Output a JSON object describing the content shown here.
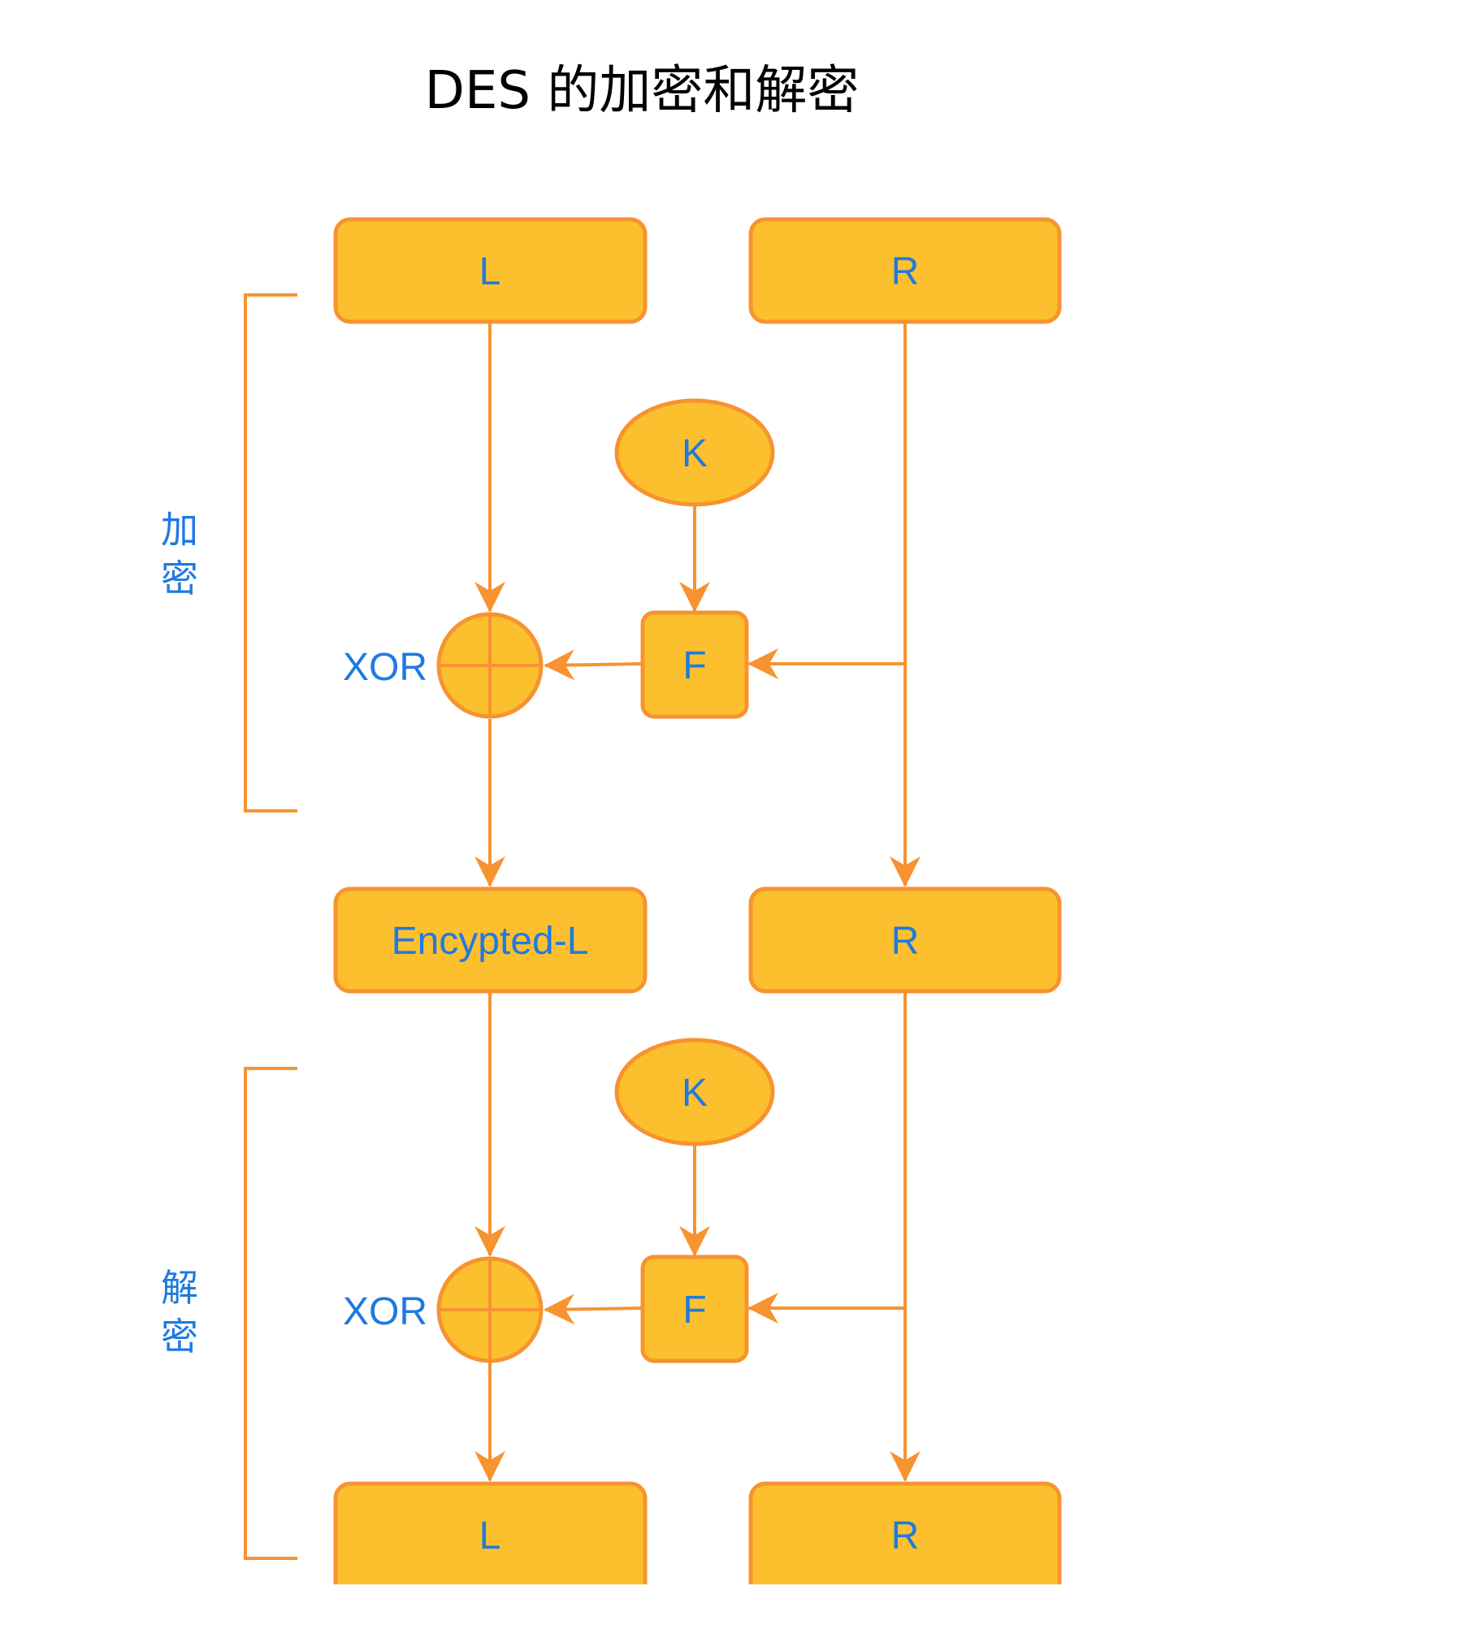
{
  "title": "DES 的加密和解密",
  "colors": {
    "node_fill": "#fcc02e",
    "node_stroke": "#f79330",
    "edge": "#f79330",
    "label_text": "#1f7ae0",
    "title_text": "#000000"
  },
  "sections": {
    "encrypt": {
      "label_chars": [
        "加",
        "密"
      ]
    },
    "decrypt": {
      "label_chars": [
        "解",
        "密"
      ]
    }
  },
  "nodes": {
    "top_l": {
      "label": "L"
    },
    "top_r": {
      "label": "R"
    },
    "enc_k": {
      "label": "K"
    },
    "enc_f": {
      "label": "F"
    },
    "enc_xor": {
      "label": "XOR"
    },
    "mid_l": {
      "label": "Encypted-L"
    },
    "mid_r": {
      "label": "R"
    },
    "dec_k": {
      "label": "K"
    },
    "dec_f": {
      "label": "F"
    },
    "dec_xor": {
      "label": "XOR"
    },
    "bot_l": {
      "label": "L"
    },
    "bot_r": {
      "label": "R"
    }
  },
  "edges": [
    {
      "from": "top_l",
      "to": "enc_xor"
    },
    {
      "from": "enc_k",
      "to": "enc_f"
    },
    {
      "from": "top_r",
      "to": "enc_f"
    },
    {
      "from": "enc_f",
      "to": "enc_xor"
    },
    {
      "from": "enc_xor",
      "to": "mid_l"
    },
    {
      "from": "top_r",
      "to": "mid_r"
    },
    {
      "from": "mid_l",
      "to": "dec_xor"
    },
    {
      "from": "dec_k",
      "to": "dec_f"
    },
    {
      "from": "mid_r",
      "to": "dec_f"
    },
    {
      "from": "dec_f",
      "to": "dec_xor"
    },
    {
      "from": "dec_xor",
      "to": "bot_l"
    },
    {
      "from": "mid_r",
      "to": "bot_r"
    }
  ]
}
